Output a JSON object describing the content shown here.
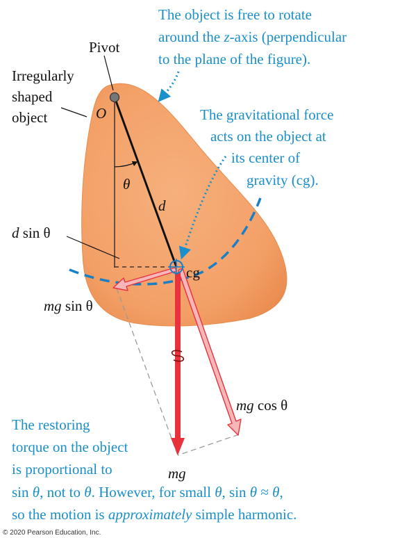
{
  "labels": {
    "pivot": "Pivot",
    "object_line1": "Irregularly",
    "object_line2": "shaped",
    "object_line3": "object",
    "O": "O",
    "theta": "θ",
    "d": "d",
    "d_sin_theta_d": "d",
    "d_sin_theta_rest": " sin θ",
    "cg": "cg",
    "mg_sin_mg": "mg",
    "mg_sin_rest": " sin θ",
    "mg_cos_mg": "mg",
    "mg_cos_rest": " cos θ",
    "mg": "mg"
  },
  "notes": {
    "rotate_line1": "The object is free to rotate",
    "rotate_line2_pre": "around the ",
    "rotate_line2_z": "z",
    "rotate_line2_post": "-axis (perpendicular",
    "rotate_line3": "to the plane of the figure).",
    "grav_line1": "The gravitational force",
    "grav_line2": "acts on the object at",
    "grav_line3": "its center of",
    "grav_line4": "gravity (cg).",
    "torque_line1": "The restoring",
    "torque_line2": "torque on the object",
    "torque_line3": "is proportional to",
    "bottom_line1_a": "sin ",
    "bottom_line1_b": "θ",
    "bottom_line1_c": ", not to ",
    "bottom_line1_d": "θ",
    "bottom_line1_e": ". However, for small ",
    "bottom_line1_f": "θ",
    "bottom_line1_g": ", sin ",
    "bottom_line1_h": "θ",
    "bottom_line1_i": " ≈ ",
    "bottom_line1_j": "θ",
    "bottom_line1_k": ",",
    "bottom_line2_a": "so the motion is ",
    "bottom_line2_b": "approximately",
    "bottom_line2_c": " simple harmonic."
  },
  "copyright": "© 2020 Pearson Education, Inc.",
  "colors": {
    "object_fill": "#f4a36a",
    "note_text": "#1a8fc9",
    "arc_dashed": "#1a7fc4",
    "force_red": "#e8323c",
    "component_fill": "#f7a9ab"
  },
  "icons": [
    "pivot-point-icon",
    "cg-target-icon",
    "curved-arrow-icon"
  ]
}
